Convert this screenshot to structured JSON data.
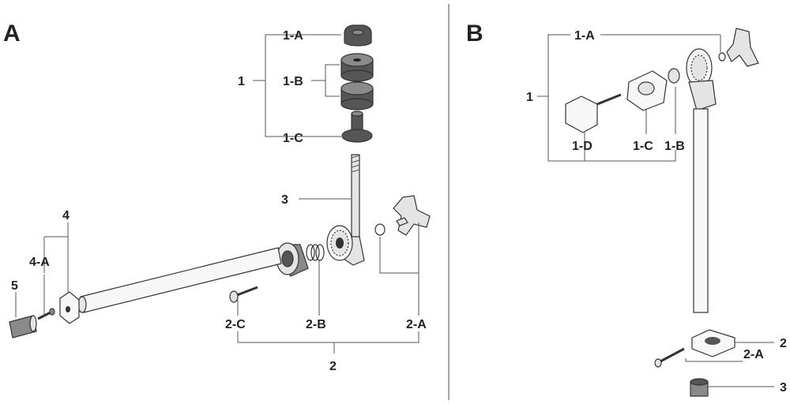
{
  "panels": {
    "a": {
      "letter": "A",
      "labels": {
        "l1": "1",
        "l1a": "1-A",
        "l1b": "1-B",
        "l1c": "1-C",
        "l3": "3",
        "l4": "4",
        "l4a": "4-A",
        "l5": "5",
        "l2c": "2-C",
        "l2b": "2-B",
        "l2a": "2-A",
        "l2": "2"
      }
    },
    "b": {
      "letter": "B",
      "labels": {
        "l1": "1",
        "l1a": "1-A",
        "l1d": "1-D",
        "l1c": "1-C",
        "l1b": "1-B",
        "l2": "2",
        "l2a": "2-A",
        "l3": "3"
      }
    }
  },
  "colors": {
    "ink": "#222222",
    "part_dark": "#555555",
    "part_mid": "#8a8a8a",
    "part_light": "#e4e4e4"
  }
}
